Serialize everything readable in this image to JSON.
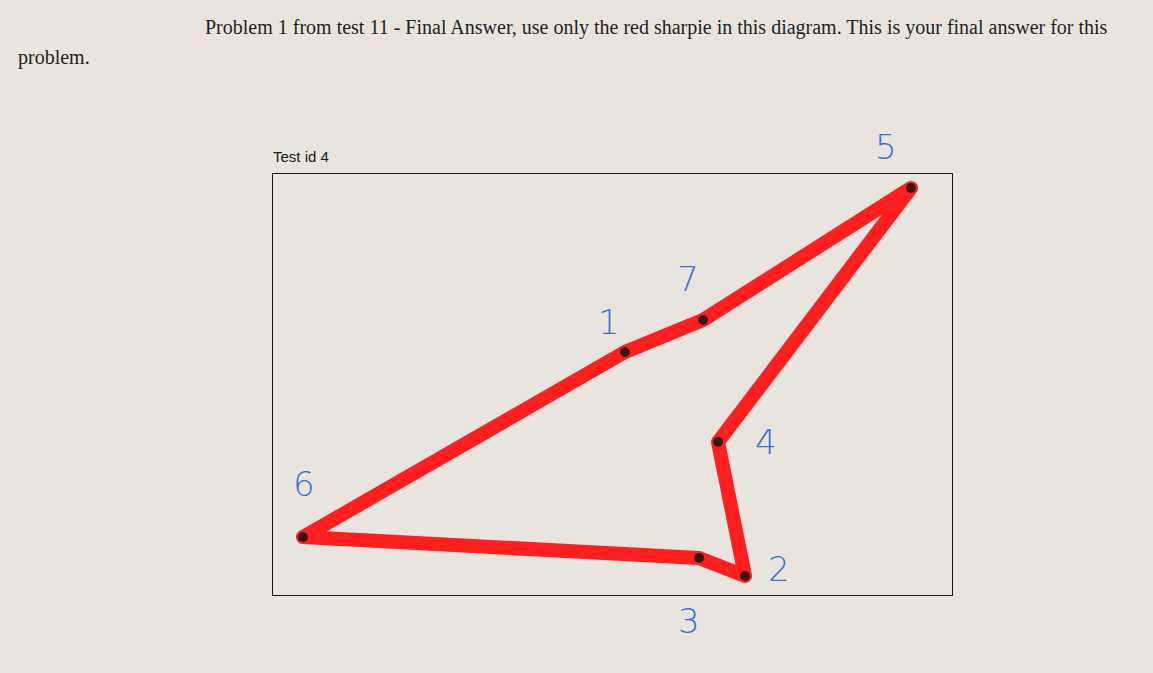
{
  "diagram": {
    "title": "Problem 1 from test 11 - Final Answer, use only the red sharpie in this diagram. This is your final answer for this problem.",
    "nodes": [
      {
        "text": [
          "Test id 4"
        ]
      }
    ],
    "labels": [
      "5",
      "7",
      "1",
      "4",
      "6",
      "2",
      "3"
    ]
  }
}
